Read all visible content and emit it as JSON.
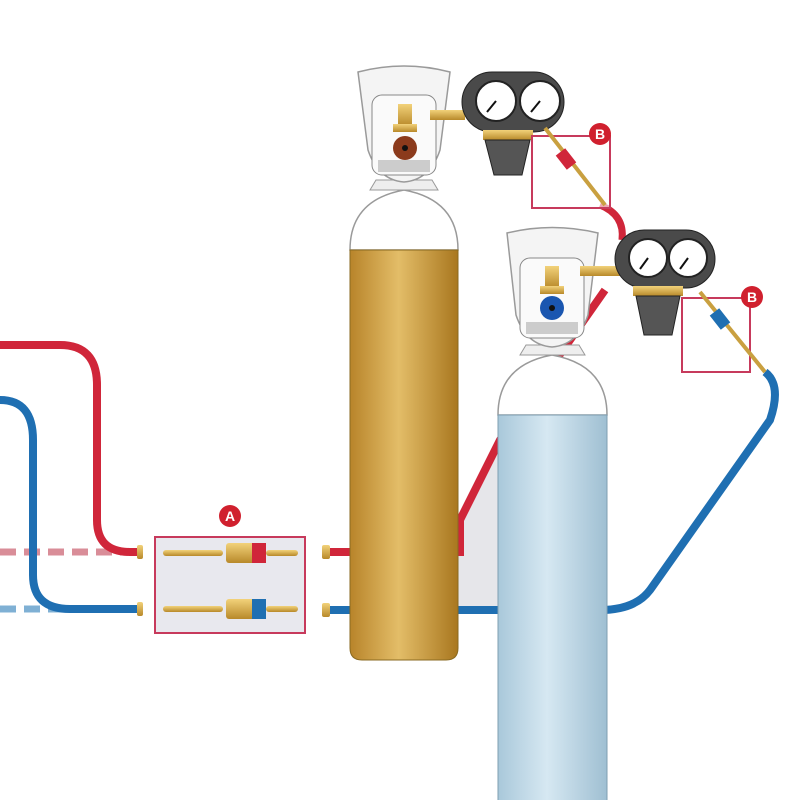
{
  "labels": {
    "connector_set": "A",
    "regulator_1_fitting": "B",
    "regulator_2_fitting": "B"
  },
  "colors": {
    "red_hose": "#d0263a",
    "blue_hose": "#1f6fb2",
    "label_badge": "#d0202e",
    "callout_border": "#c73a5c",
    "fuel_cylinder": "#c99a32",
    "oxygen_cylinder": "#b9d6e6",
    "brass": "#d9b44a"
  }
}
